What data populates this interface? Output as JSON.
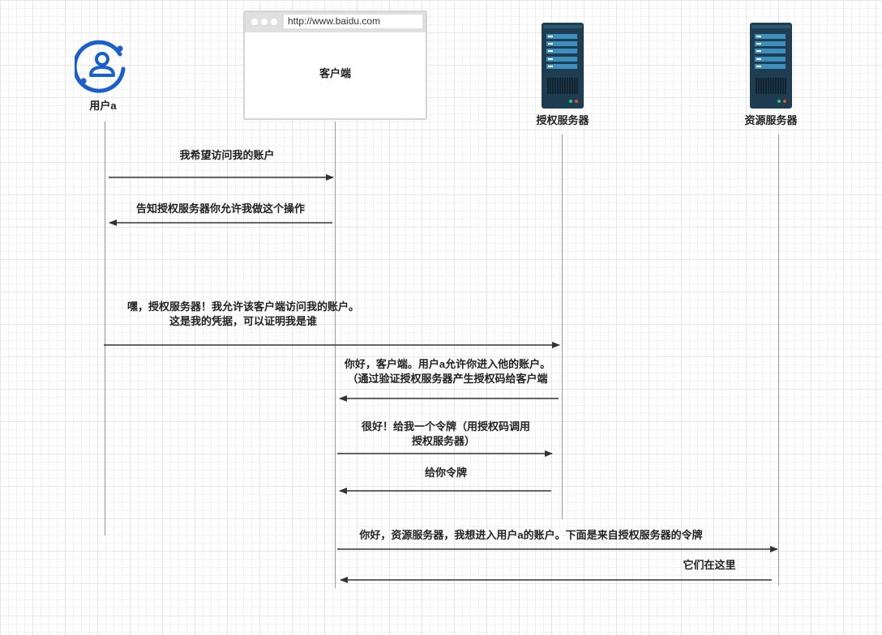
{
  "actors": {
    "user": {
      "label": "用户a",
      "icon": "user-icon"
    },
    "client": {
      "label": "客户端",
      "url": "http://www.baidu.com",
      "icon": "browser-window-icon"
    },
    "auth_server": {
      "label": "授权服务器",
      "icon": "server-icon"
    },
    "resource_server": {
      "label": "资源服务器",
      "icon": "server-icon"
    }
  },
  "messages": [
    {
      "lines": [
        "我希望访问我的账户"
      ]
    },
    {
      "lines": [
        "告知授权服务器你允许我做这个操作"
      ]
    },
    {
      "lines": [
        "嘿，授权服务器！我允许该客户端访问我的账户。",
        "这是我的凭据，可以证明我是谁"
      ]
    },
    {
      "lines": [
        "你好，客户端。用户a允许你进入他的账户。",
        "（通过验证授权服务器产生授权码给客户端"
      ]
    },
    {
      "lines": [
        "很好！给我一个令牌（用授权码调用",
        "授权服务器）"
      ]
    },
    {
      "lines": [
        "给你令牌"
      ]
    },
    {
      "lines": [
        "你好，资源服务器，我想进入用户a的账户。下面是来自授权服务器的令牌"
      ]
    },
    {
      "lines": [
        "它们在这里"
      ]
    }
  ],
  "colors": {
    "user_icon": "#1a5fd0",
    "server_body": "#1f3d50",
    "server_panel": "#3d8fbf",
    "lifeline": "#9a9a9a",
    "arrow": "#333333"
  }
}
